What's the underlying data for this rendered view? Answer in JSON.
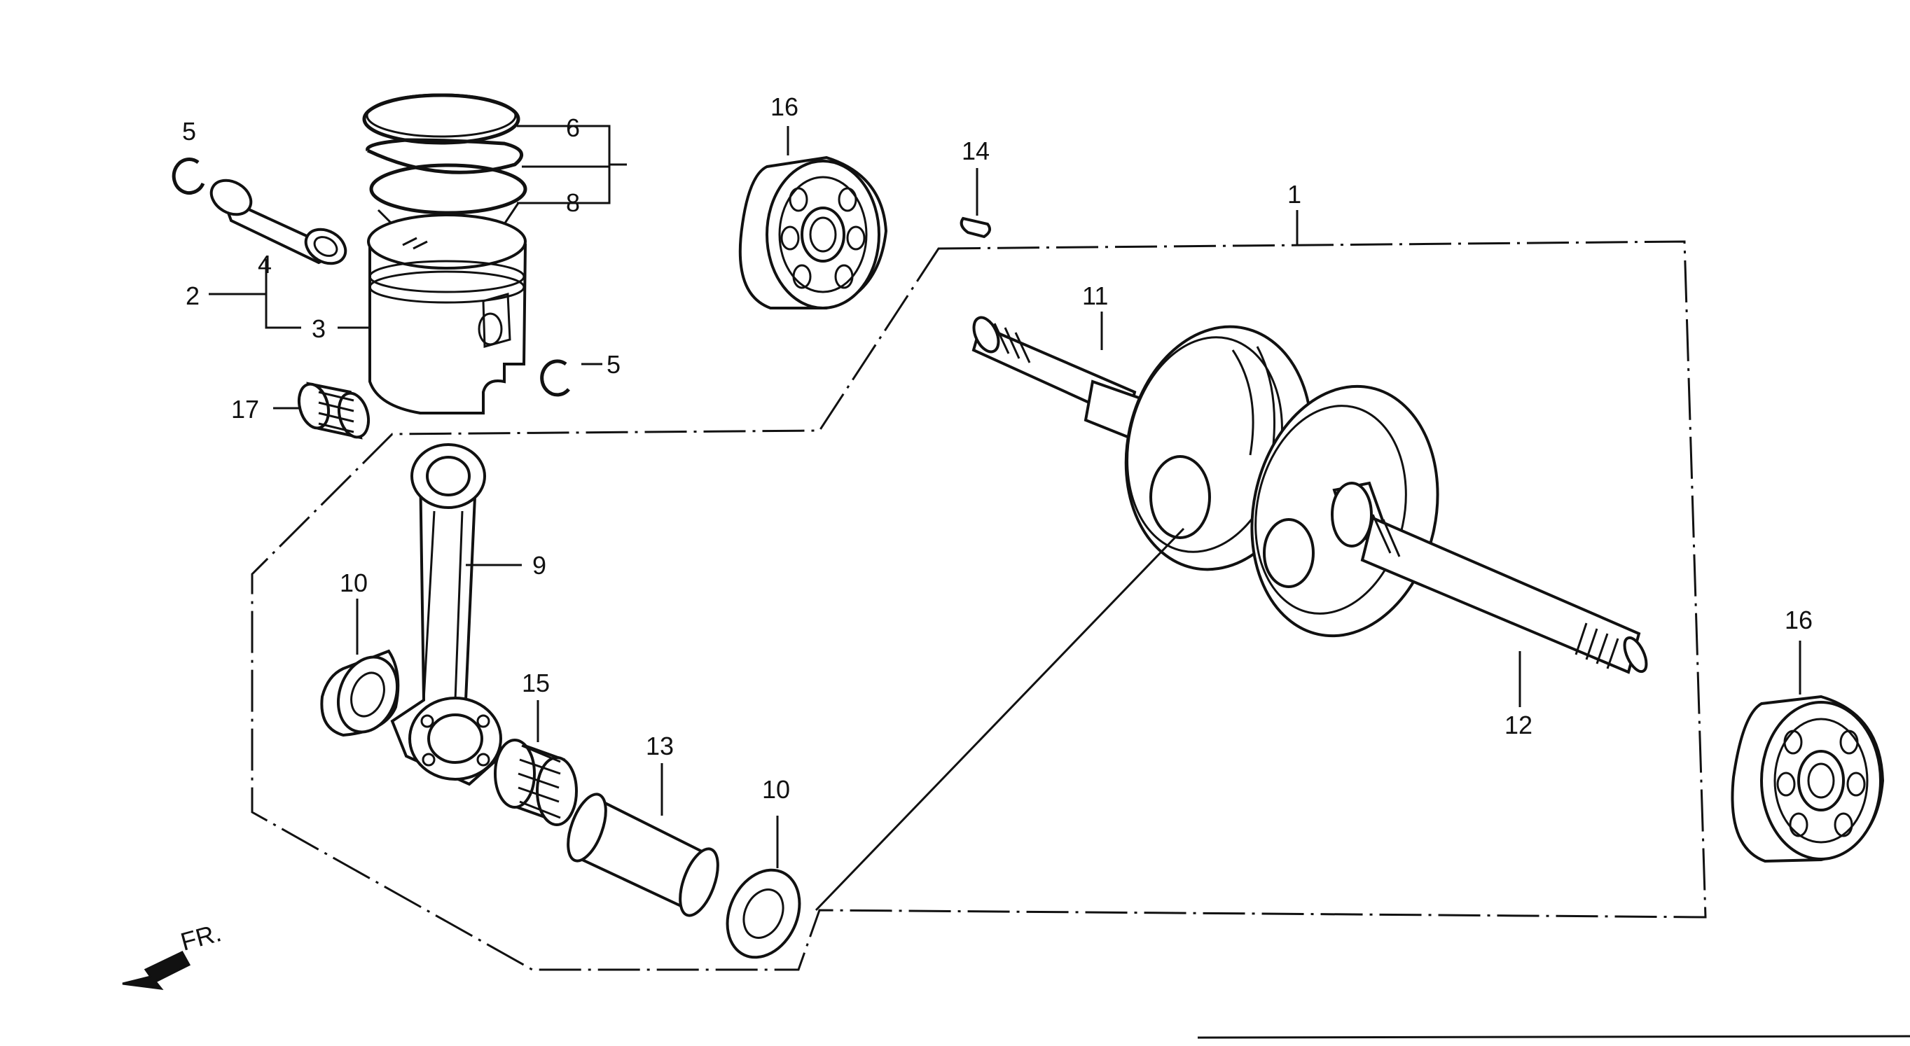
{
  "diagram": {
    "labels": {
      "crankshaft": "1",
      "piston_assy": "2",
      "piston": "3",
      "piston_pin": "4",
      "clip_left": "5",
      "clip_right": "5",
      "ring_top": "6",
      "ring_second": "8",
      "connecting_rod": "9",
      "thrust_washer_left": "10",
      "thrust_washer_right": "10",
      "crank_half_left": "11",
      "crank_half_right": "12",
      "crank_pin": "13",
      "woodruff_key": "14",
      "needle_bearing_big": "15",
      "bearing_left": "16",
      "bearing_right": "16",
      "needle_bearing_small": "17"
    },
    "direction_label": "FR."
  }
}
